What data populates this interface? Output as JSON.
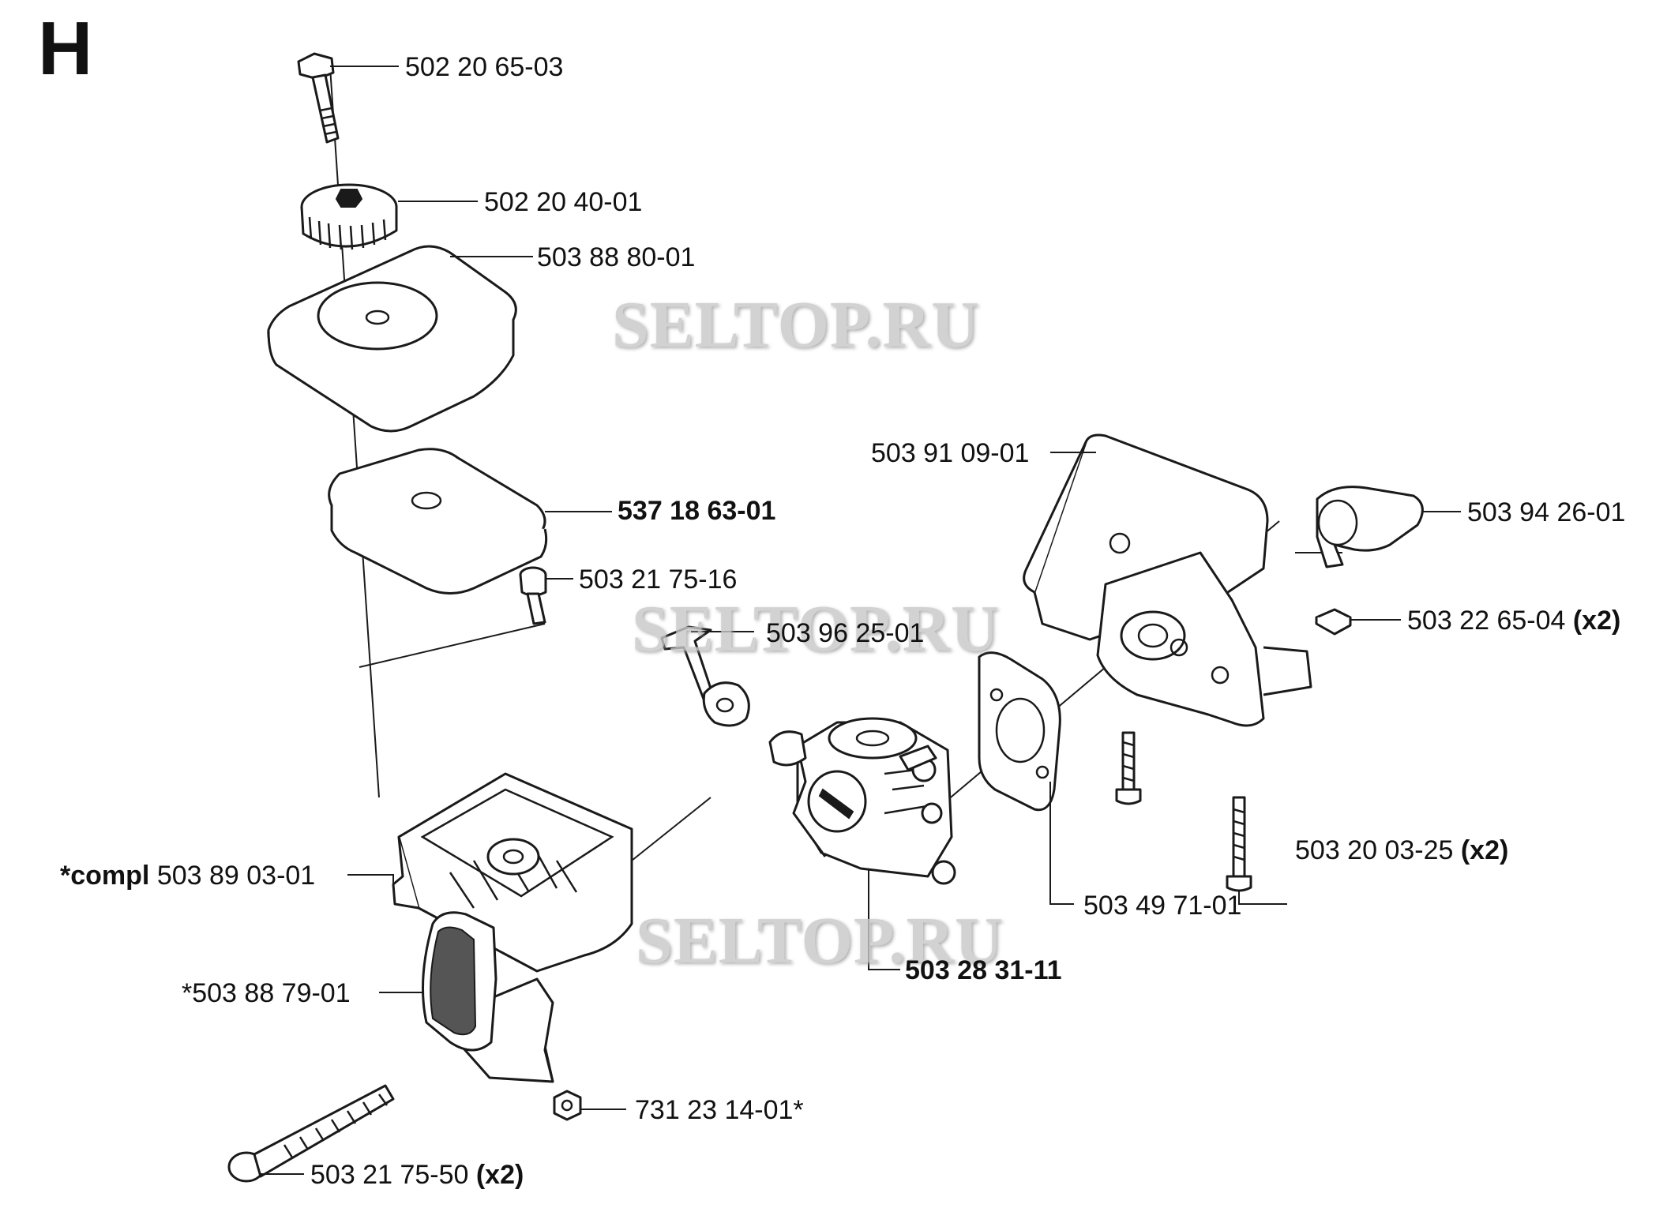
{
  "section_letter": "H",
  "watermark": "SELTOP.RU",
  "labels": {
    "bolt_top": "502 20 65-03",
    "knob": "502 20 40-01",
    "filter_cover": "503 88 80-01",
    "filter": "537 18 63-01",
    "screw": "503 21 75-16",
    "lever": "503 96 25-01",
    "carb_housing": "503 91 09-01",
    "lever_right": "503 94 26-01",
    "nut_square": "503 22 65-04",
    "nut_square_qty": "(x2)",
    "screw_right": "503 20 03-25",
    "screw_right_qty": "(x2)",
    "gasket": "503 49 71-01",
    "carburetor": "503 28 31-11",
    "airbox_prefix": "*compl",
    "airbox": "503 89 03-01",
    "choke": "*503 88 79-01",
    "nut_bottom": "731 23 14-01*",
    "long_bolt": "503 21 75-50",
    "long_bolt_qty": "(x2)"
  }
}
